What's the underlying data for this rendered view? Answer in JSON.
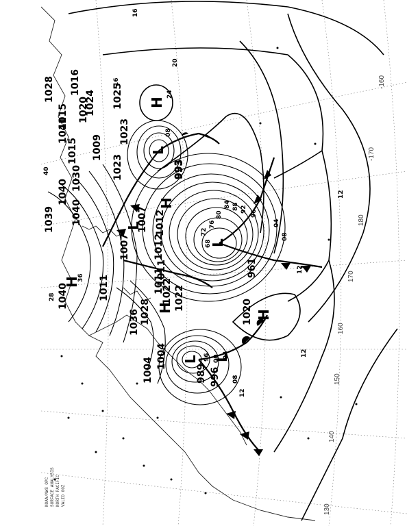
{
  "map": {
    "longitudes": [
      "-160",
      "-170",
      "180",
      "170",
      "160",
      "150",
      "140",
      "130"
    ],
    "lows": [
      {
        "id": "main",
        "label": "L",
        "pressure": "961"
      },
      {
        "id": "gulf",
        "label": "L",
        "pressure": "989"
      },
      {
        "id": "gulf2",
        "label": "L",
        "pressure": "996"
      },
      {
        "id": "northwest",
        "label": "L",
        "pressure": "993"
      },
      {
        "id": "west",
        "label": "L",
        "pressure": "1007"
      }
    ],
    "highs": [
      {
        "id": "north",
        "label": "H",
        "pressure": ""
      },
      {
        "id": "east",
        "label": "H",
        "pressure": "1020"
      },
      {
        "id": "center",
        "label": "H",
        "pressure": "1022"
      },
      {
        "id": "west1",
        "label": "H",
        "pressure": "1040"
      },
      {
        "id": "west2",
        "label": "H",
        "pressure": "1012"
      }
    ],
    "isobar_labels": [
      "16",
      "20",
      "24",
      "16",
      "12",
      "12",
      "08",
      "04",
      "96",
      "92",
      "88",
      "84",
      "80",
      "76",
      "72",
      "68",
      "08",
      "04",
      "00",
      "96",
      "08",
      "12",
      "12",
      "28",
      "36",
      "40"
    ],
    "pressure_labels": [
      "1040",
      "1039",
      "1040",
      "1030",
      "1015",
      "1015",
      "1009",
      "1023",
      "1023",
      "1020",
      "1024",
      "1025",
      "1016",
      "1028",
      "1041",
      "1011",
      "1011",
      "1007",
      "1012",
      "1004",
      "1036",
      "1004",
      "1028",
      "1022",
      "1011",
      "993"
    ],
    "info_text": [
      "NOAA/NWS OPC",
      "SURFACE ANALYSIS",
      "NORTH PACIFIC",
      "VALID 00Z"
    ]
  }
}
